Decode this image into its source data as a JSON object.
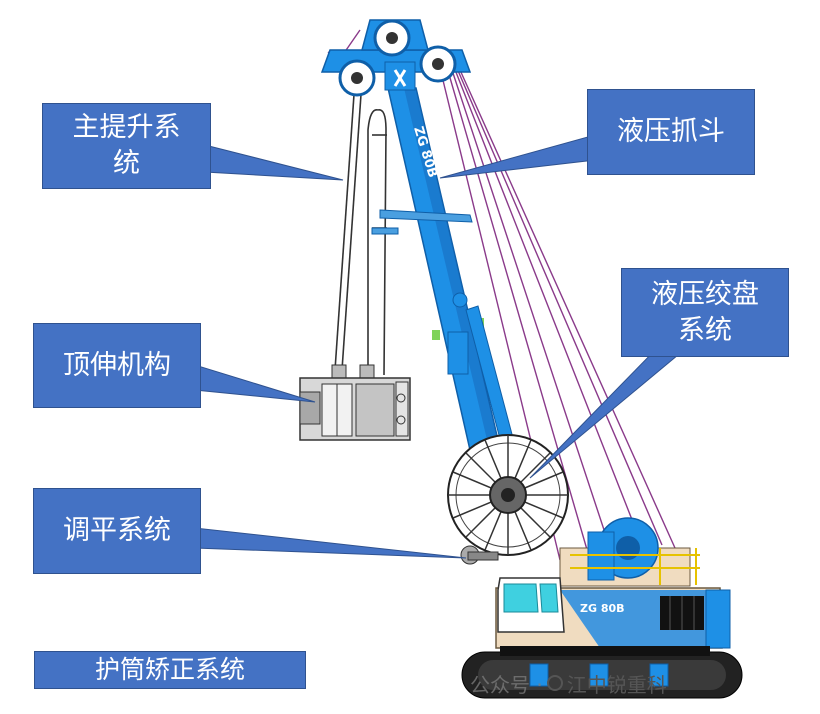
{
  "callouts": {
    "main_hoist": "主提升系\n统",
    "hydraulic_grab": "液压抓斗",
    "hydraulic_winch": "液压绞盘\n系统",
    "top_jacking": "顶伸机构",
    "leveling": "调平系统",
    "casing_correction": "护筒矫正系统"
  },
  "machine": {
    "boom_text": "ZG 80B",
    "cab_text": "ZG 80B"
  },
  "watermark": {
    "prefix": "公众号 ·",
    "text": "江中锐重科"
  },
  "colors": {
    "callout_fill": "#4472c4",
    "machine_blue": "#1e90e6",
    "machine_dark_blue": "#1565b8",
    "beige": "#f0dcc0",
    "track": "#222222",
    "rope": "#8a3a8a"
  }
}
